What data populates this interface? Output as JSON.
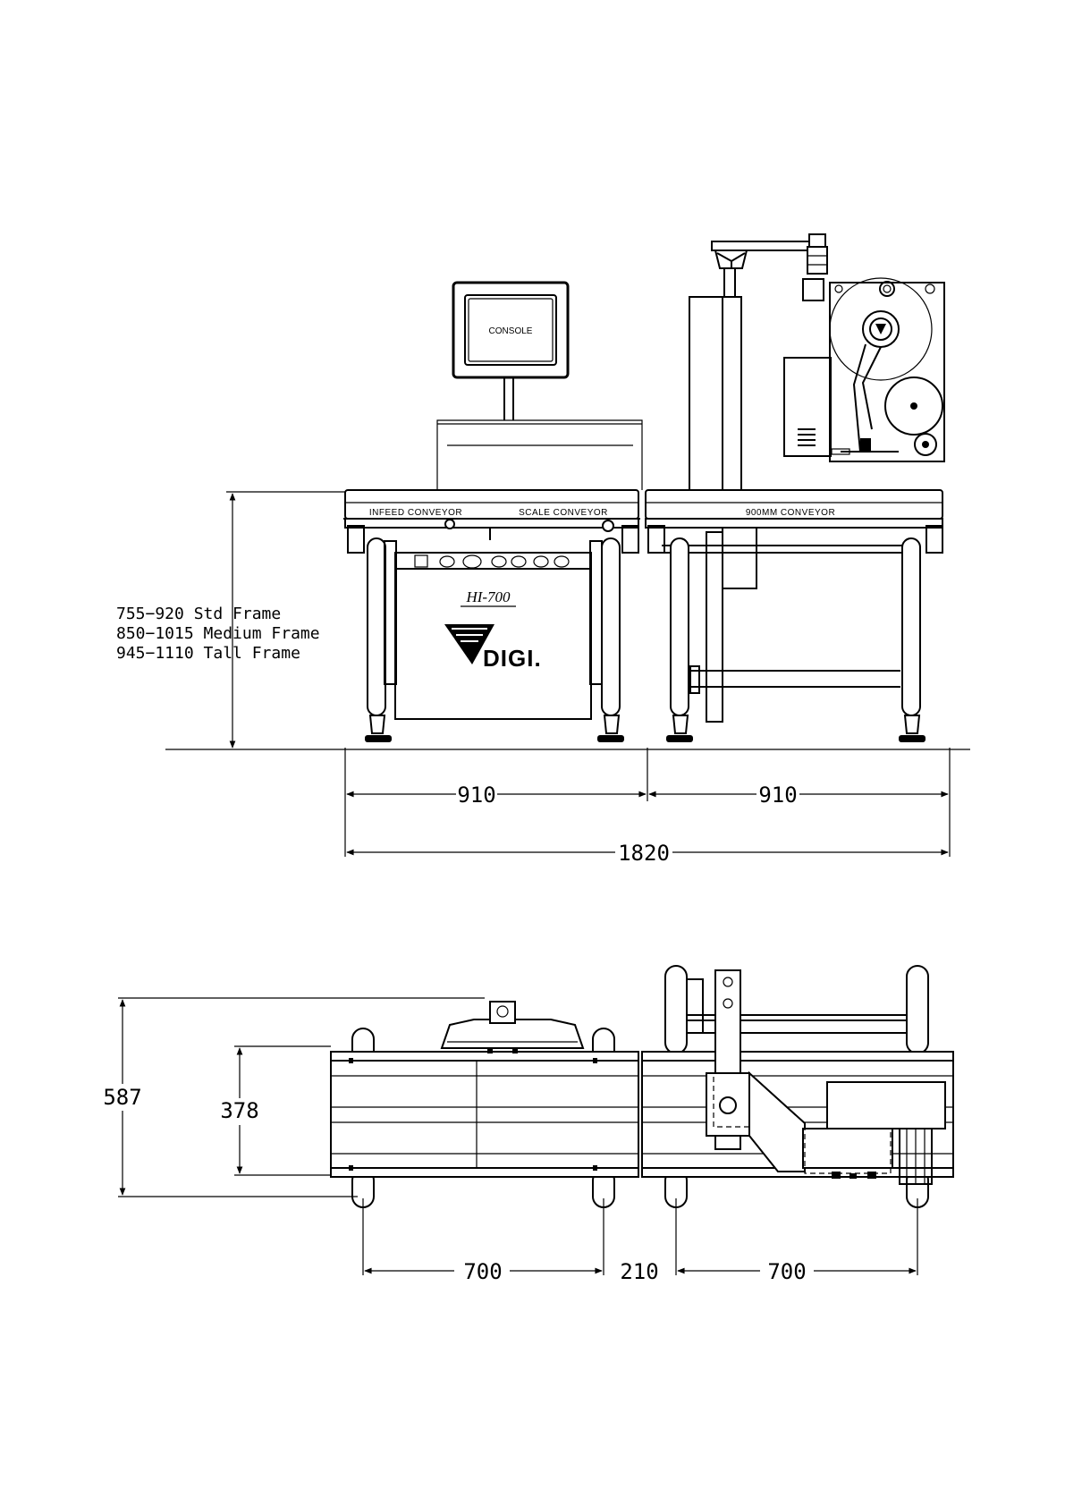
{
  "front_view": {
    "console_label": "CONSOLE",
    "infeed_label": "INFEED CONVEYOR",
    "scale_label": "SCALE CONVEYOR",
    "conveyor_900_label": "900MM CONVEYOR",
    "model": "HI-700",
    "brand": "DIGI.",
    "frame_heights": [
      "755−920 Std Frame",
      "850−1015 Medium Frame",
      "945−1110 Tall Frame"
    ],
    "dim_left": "910",
    "dim_right": "910",
    "dim_total": "1820"
  },
  "top_view": {
    "dim_depth_total": "587",
    "dim_depth_belt": "378",
    "dim_leg_left": "700",
    "dim_gap": "210",
    "dim_leg_right": "700"
  },
  "colors": {
    "ink": "#000000",
    "paper": "#ffffff"
  }
}
